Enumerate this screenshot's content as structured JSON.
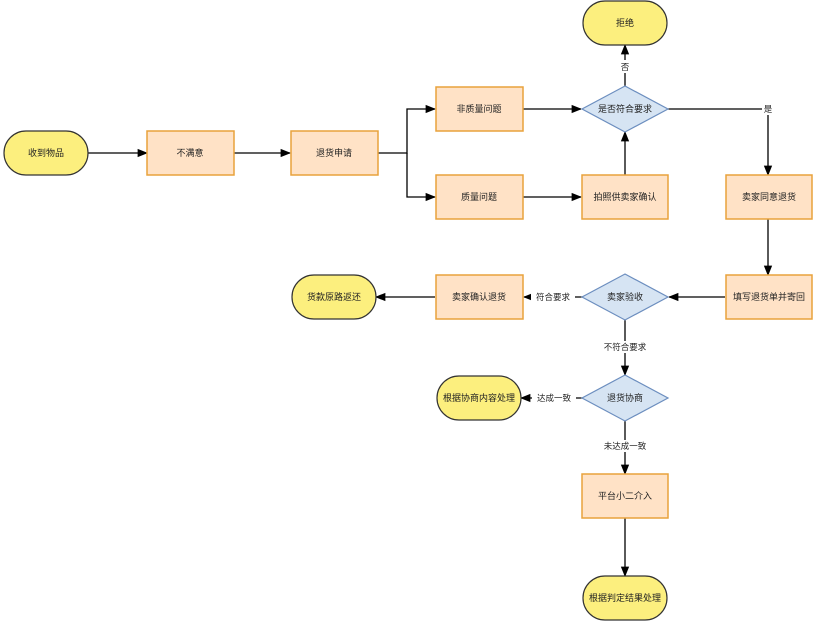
{
  "nodes": {
    "receive": "收到物品",
    "unsatisfied": "不满意",
    "apply": "退货申请",
    "non_quality": "非质量问题",
    "quality": "质量问题",
    "photo": "拍照供卖家确认",
    "meets_req": "是否符合要求",
    "reject": "拒绝",
    "seller_agree": "卖家同意退货",
    "fill_form": "填写退货单并寄回",
    "seller_inspect": "卖家验收",
    "seller_confirm": "卖家确认退货",
    "refund": "货款原路返还",
    "negotiate": "退货协商",
    "by_agreement": "根据协商内容处理",
    "platform": "平台小二介入",
    "by_ruling": "根据判定结果处理"
  },
  "edge_labels": {
    "no": "否",
    "yes": "是",
    "meets": "符合要求",
    "not_meets": "不符合要求",
    "agreed": "达成一致",
    "not_agreed": "未达成一致"
  }
}
